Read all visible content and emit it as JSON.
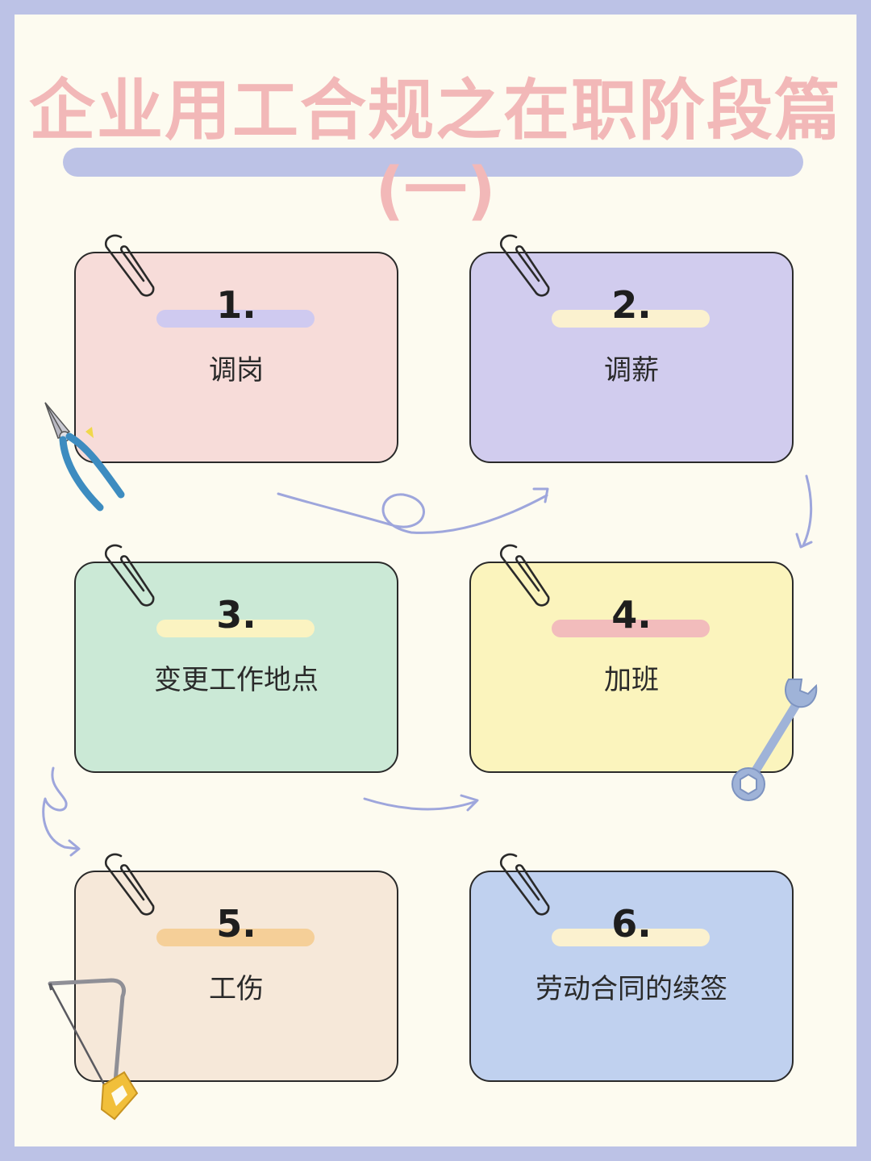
{
  "title": "企业用工合规之在职阶段篇",
  "subtitle": "(一)",
  "cards": [
    {
      "num": "1.",
      "label": "调岗",
      "bg": "#f7dcd9",
      "bar": "#cfcaf0"
    },
    {
      "num": "2.",
      "label": "调薪",
      "bg": "#d1ccee",
      "bar": "#fbf1cf"
    },
    {
      "num": "3.",
      "label": "变更工作地点",
      "bg": "#cbe9d6",
      "bar": "#fbf3c1"
    },
    {
      "num": "4.",
      "label": "加班",
      "bg": "#fbf4bd",
      "bar": "#f2bcbc"
    },
    {
      "num": "5.",
      "label": "工伤",
      "bg": "#f6e8d9",
      "bar": "#f5cf98"
    },
    {
      "num": "6.",
      "label": "劳动合同的续签",
      "bg": "#c0d1ef",
      "bar": "#fbf1cf"
    }
  ],
  "icons": [
    "paperclip-icon",
    "pliers-icon",
    "wrench-icon",
    "hacksaw-icon",
    "arrow-icon"
  ],
  "colors": {
    "frame": "#bcc2e6",
    "page": "#fdfbf0",
    "title": "#f2b8b8",
    "arrow": "#9ea6dc"
  }
}
